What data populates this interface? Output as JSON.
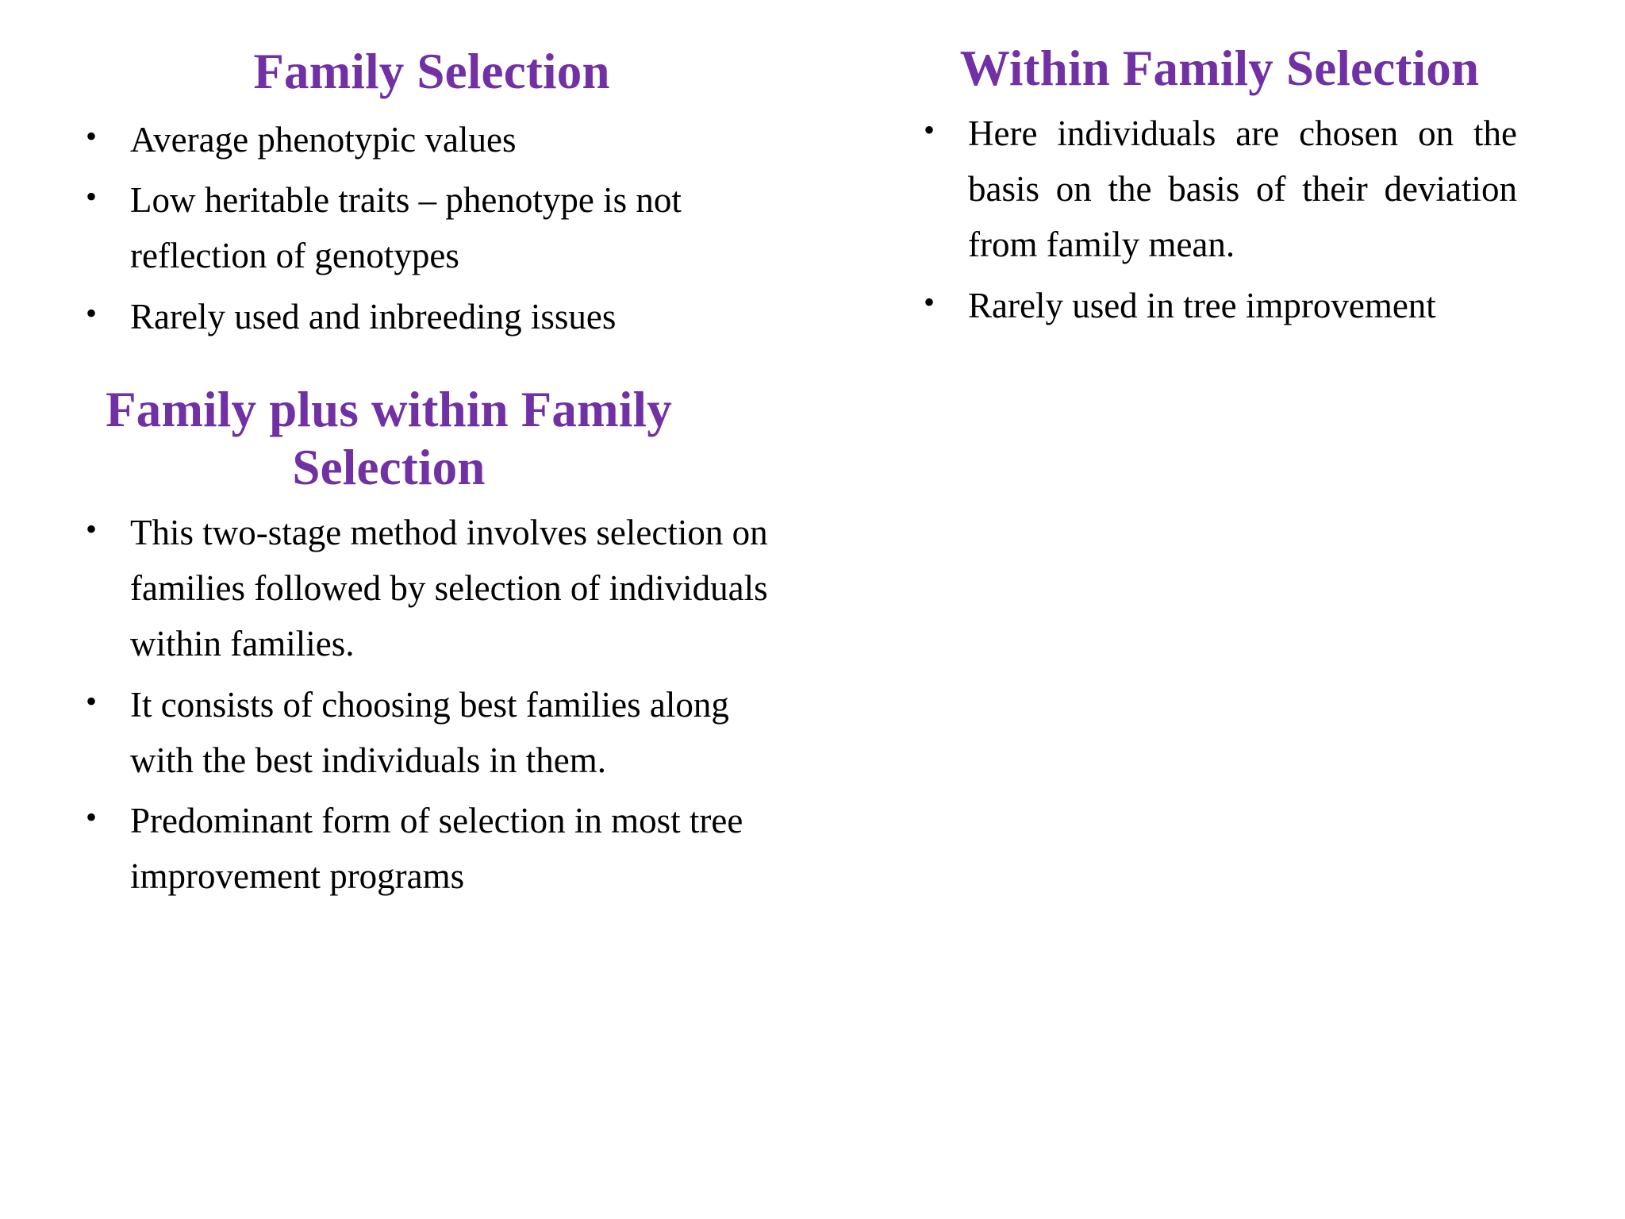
{
  "slide": {
    "background_color": "#ffffff",
    "heading_color": "#7130a3",
    "body_color": "#000000",
    "bullet_glyph": "•"
  },
  "left_column": {
    "section_1": {
      "heading": "Family Selection",
      "bullets": [
        "Average phenotypic values",
        "Low heritable traits – phenotype is not reflection of genotypes",
        "Rarely used and inbreeding issues"
      ]
    },
    "section_2": {
      "heading": "Family plus within Family Selection",
      "bullets": [
        "This two-stage method involves selection on families followed by selection of individuals within families.",
        "It consists of choosing best families along with the best individuals in them.",
        "Predominant form of selection in most tree improvement programs"
      ]
    }
  },
  "right_column": {
    "section_1": {
      "heading": "Within Family Selection",
      "bullets": [
        "Here individuals are chosen on the basis on the basis of their deviation from family mean.",
        "Rarely used in tree improvement"
      ]
    }
  }
}
